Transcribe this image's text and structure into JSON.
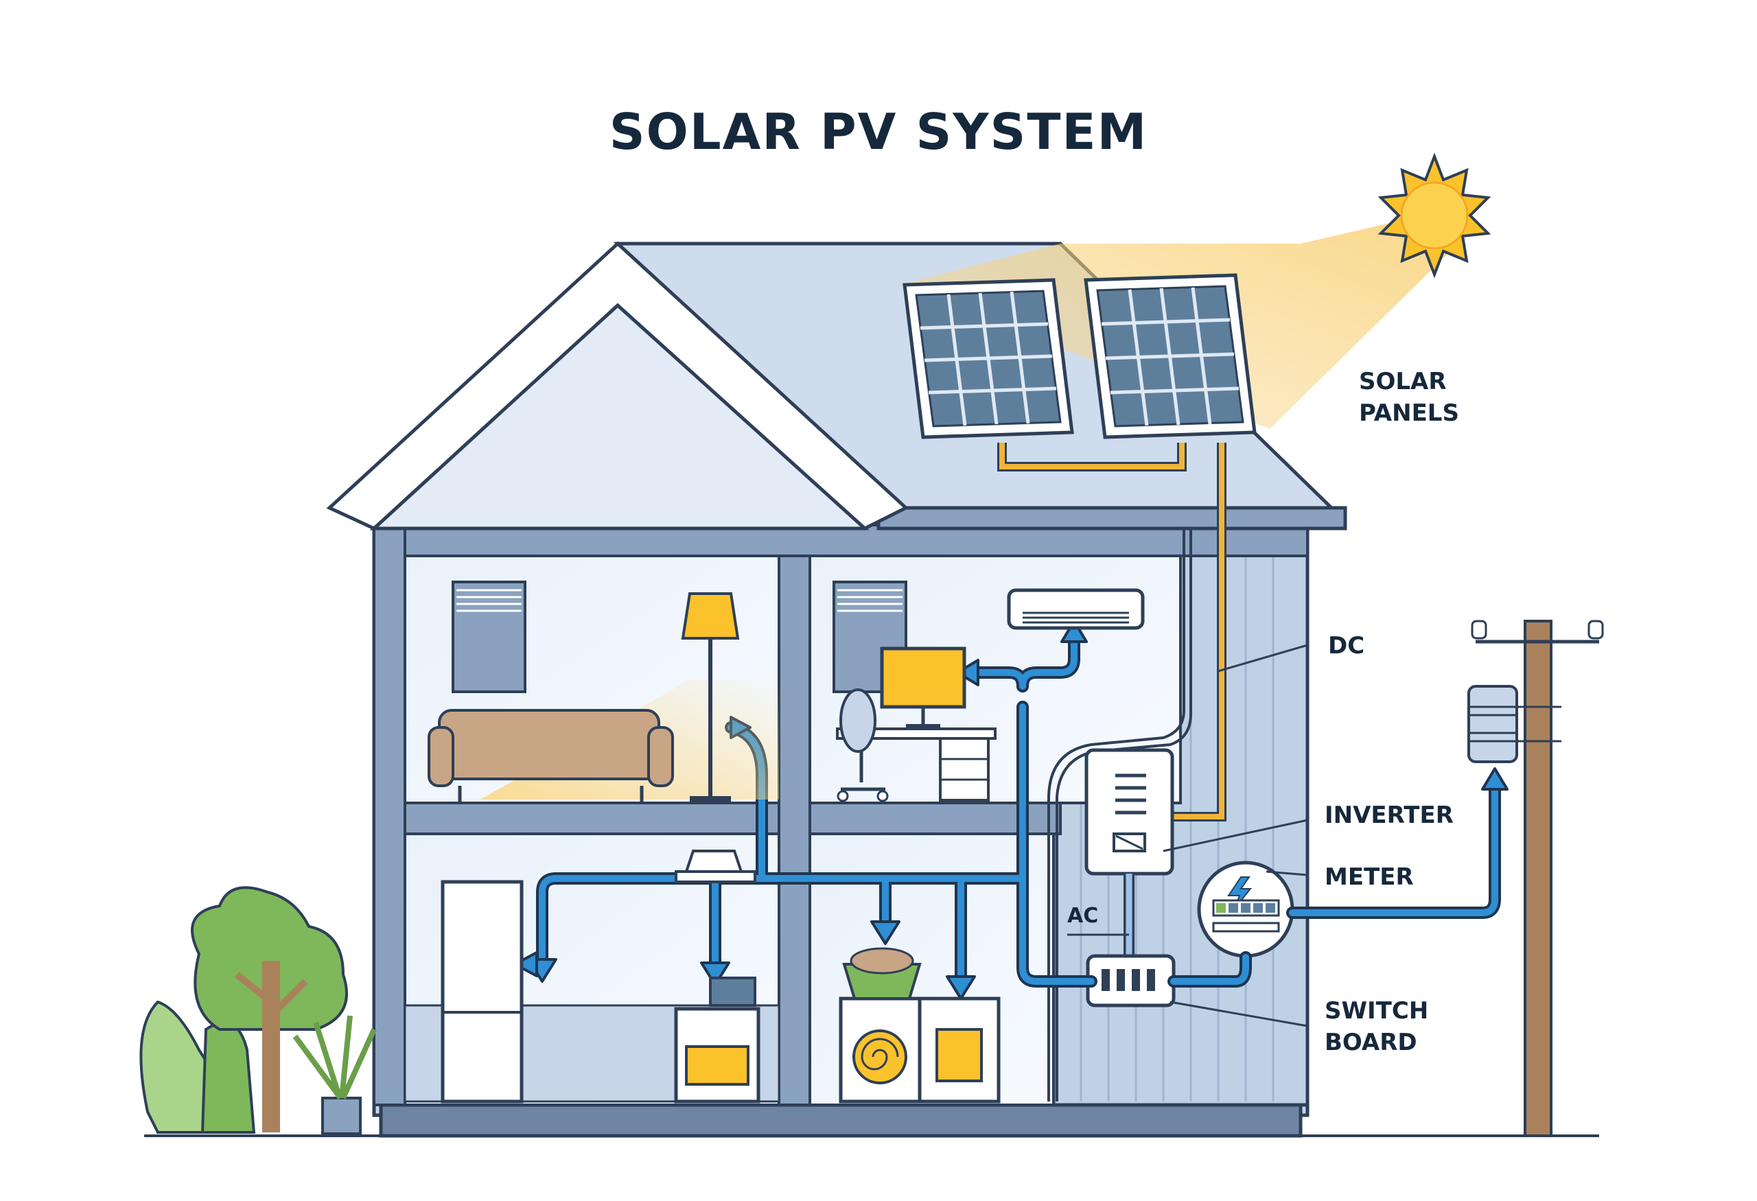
{
  "title": "SOLAR PV SYSTEM",
  "labels": {
    "solar_panels_line1": "SOLAR",
    "solar_panels_line2": "PANELS",
    "dc": "DC",
    "inverter": "INVERTER",
    "meter": "METER",
    "ac": "AC",
    "switch_board_line1": "SWITCH",
    "switch_board_line2": "BOARD"
  },
  "colors": {
    "outline": "#2e3f57",
    "wall": "#c6d6e8",
    "frame": "#8aa2bf",
    "roof": "#cfdced",
    "ac_flow": "#2f8fd4",
    "dc_flow": "#f0b43a",
    "sun": "#fbc22c",
    "sunbeam": "#f8d898",
    "pole": "#a9825b",
    "plant": "#7fb85a"
  },
  "icons": [
    "sun-icon",
    "solar-panel-icon",
    "inverter-icon",
    "meter-icon",
    "switchboard-icon",
    "utility-pole-icon"
  ]
}
